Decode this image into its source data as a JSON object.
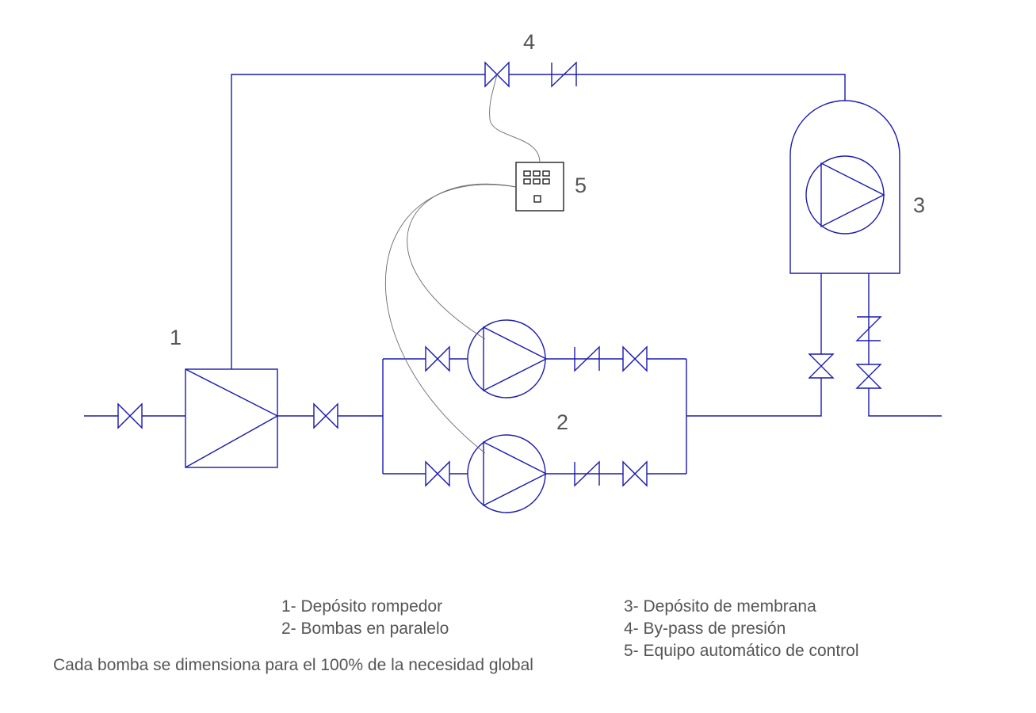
{
  "labels": {
    "n1": "1",
    "n2": "2",
    "n3": "3",
    "n4": "4",
    "n5": "5"
  },
  "legend": {
    "left": [
      "1- Depósito rompedor",
      "2- Bombas en paralelo"
    ],
    "right": [
      "3- Depósito de membrana",
      "4- By-pass de presión",
      "5- Equipo automático de control"
    ],
    "note": "Cada bomba se dimensiona para el 100% de la necesidad global"
  },
  "colors": {
    "pipe": "#1a1ab3",
    "wire": "#6a6a6a",
    "text": "#555555"
  }
}
